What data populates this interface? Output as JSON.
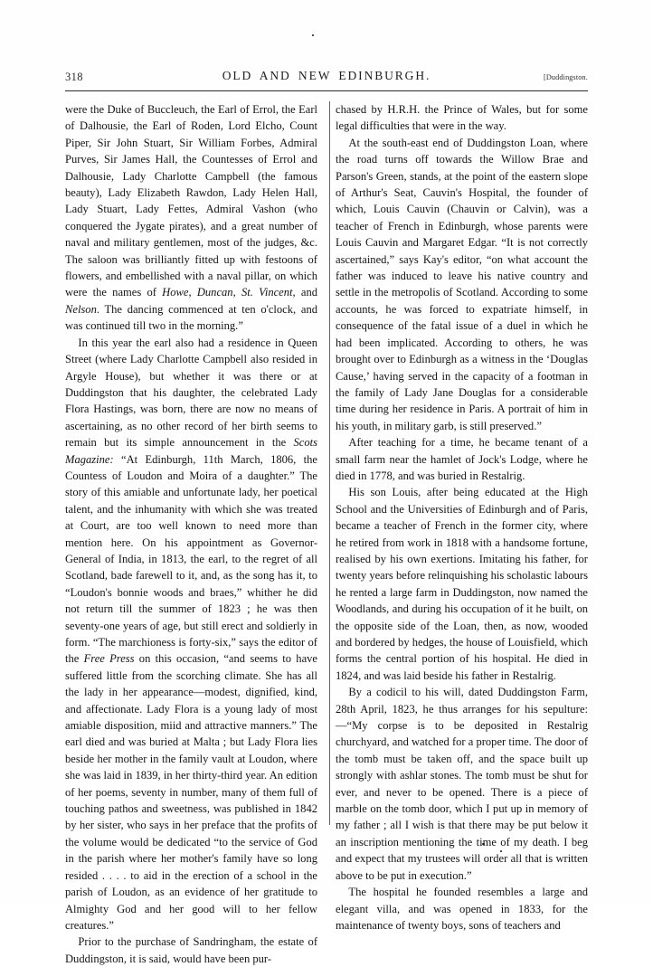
{
  "header": {
    "folio": "318",
    "title": "OLD AND NEW EDINBURGH.",
    "catchword": "[Duddingston."
  },
  "columns": {
    "left": [
      "were the Duke of Buccleuch, the Earl of Errol, the Earl of Dalhousie, the Earl of Roden, Lord Elcho, Count Piper, Sir John Stuart, Sir William Forbes, Admiral Purves, Sir James Hall, the Countesses of Errol and Dalhousie, Lady Charlotte Campbell (the famous beauty), Lady Elizabeth Rawdon, Lady Helen Hall, Lady Stuart, Lady Fettes, Admiral Vashon (who conquered the Jygate pirates), and a great number of naval and military gentlemen, most of the judges, &c. The saloon was brilliantly fitted up with festoons of flowers, and embellished with a naval pillar, on which were the names of Howe, Duncan, St. Vincent, and Nelson. The dancing commenced at ten o'clock, and was continued till two in the morning.”",
      "In this year the earl also had a residence in Queen Street (where Lady Charlotte Campbell also resided in Argyle House), but whether it was there or at Duddingston that his daughter, the celebrated Lady Flora Hastings, was born, there are now no means of ascertaining, as no other record of her birth seems to remain but its simple announcement in the Scots Magazine: “At Edinburgh, 11th March, 1806, the Countess of Loudon and Moira of a daughter.” The story of this amiable and unfortunate lady, her poetical talent, and the inhumanity with which she was treated at Court, are too well known to need more than mention here. On his appointment as Governor-General of India, in 1813, the earl, to the regret of all Scotland, bade farewell to it, and, as the song has it, to “Loudon's bonnie woods and braes,” whither he did not return till the summer of 1823 ; he was then seventy-one years of age, but still erect and soldierly in form. “The marchioness is forty-six,” says the editor of the Free Press on this occasion, “and seems to have suffered little from the scorching climate. She has all the lady in her appearance—modest, dignified, kind, and affectionate. Lady Flora is a young lady of most amiable disposition, miid and attractive manners.” The earl died and was buried at Malta ; but Lady Flora lies beside her mother in the family vault at Loudon, where she was laid in 1839, in her thirty-third year. An edition of her poems, seventy in number, many of them full of touching pathos and sweetness, was published in 1842 by her sister, who says in her preface that the profits of the volume would be dedicated “to the service of God in the parish where her mother's family have so long resided . . . . to aid in the erection of a school in the parish of Loudon, as an evidence of her gratitude to Almighty God and her good will to her fellow creatures.”",
      "Prior to the purchase of Sandringham, the estate of Duddingston, it is said, would have been pur-"
    ],
    "right": [
      "chased by H.R.H. the Prince of Wales, but for some legal difficulties that were in the way.",
      "At the south-east end of Duddingston Loan, where the road turns off towards the Willow Brae and Parson's Green, stands, at the point of the eastern slope of Arthur's Seat, Cauvin's Hospital, the founder of which, Louis Cauvin (Chauvin or Calvin), was a teacher of French in Edinburgh, whose parents were Louis Cauvin and Margaret Edgar. “It is not correctly ascertained,” says Kay's editor, “on what account the father was induced to leave his native country and settle in the metropolis of Scotland. According to some accounts, he was forced to expatriate himself, in consequence of the fatal issue of a duel in which he had been implicated. According to others, he was brought over to Edinburgh as a witness in the ‘Douglas Cause,’ having served in the capacity of a footman in the family of Lady Jane Douglas for a considerable time during her residence in Paris. A portrait of him in his youth, in military garb, is still preserved.”",
      "After teaching for a time, he became tenant of a small farm near the hamlet of Jock's Lodge, where he died in 1778, and was buried in Restalrig.",
      "His son Louis, after being educated at the High School and the Universities of Edinburgh and of Paris, became a teacher of French in the former city, where he retired from work in 1818 with a handsome fortune, realised by his own exertions. Imitating his father, for twenty years before relinquishing his scholastic labours he rented a large farm in Duddingston, now named the Woodlands, and during his occupation of it he built, on the opposite side of the Loan, then, as now, wooded and bordered by hedges, the house of Louisfield, which forms the central portion of his hospital. He died in 1824, and was laid beside his father in Restalrig.",
      "By a codicil to his will, dated Duddingston Farm, 28th April, 1823, he thus arranges for his sepulture:—“My corpse is to be deposited in Restalrig churchyard, and watched for a proper time. The door of the tomb must be taken off, and the space built up strongly with ashlar stones. The tomb must be shut for ever, and never to be opened. There is a piece of marble on the tomb door, which I put up in memory of my father ; all I wish is that there may be put below it an inscription mentioning the time of my death. I beg and expect that my trustees will order all that is written above to be put in execution.”",
      "The hospital he founded resembles a large and elegant villa, and was opened in 1833, for the maintenance of twenty boys, sons of teachers and"
    ]
  },
  "italics": {
    "left_p1": [
      "Howe,",
      "Duncan,",
      "St. Vincent,",
      "Nelson"
    ],
    "left_p2": [
      "Scots Magazine:",
      "Free Press"
    ]
  }
}
